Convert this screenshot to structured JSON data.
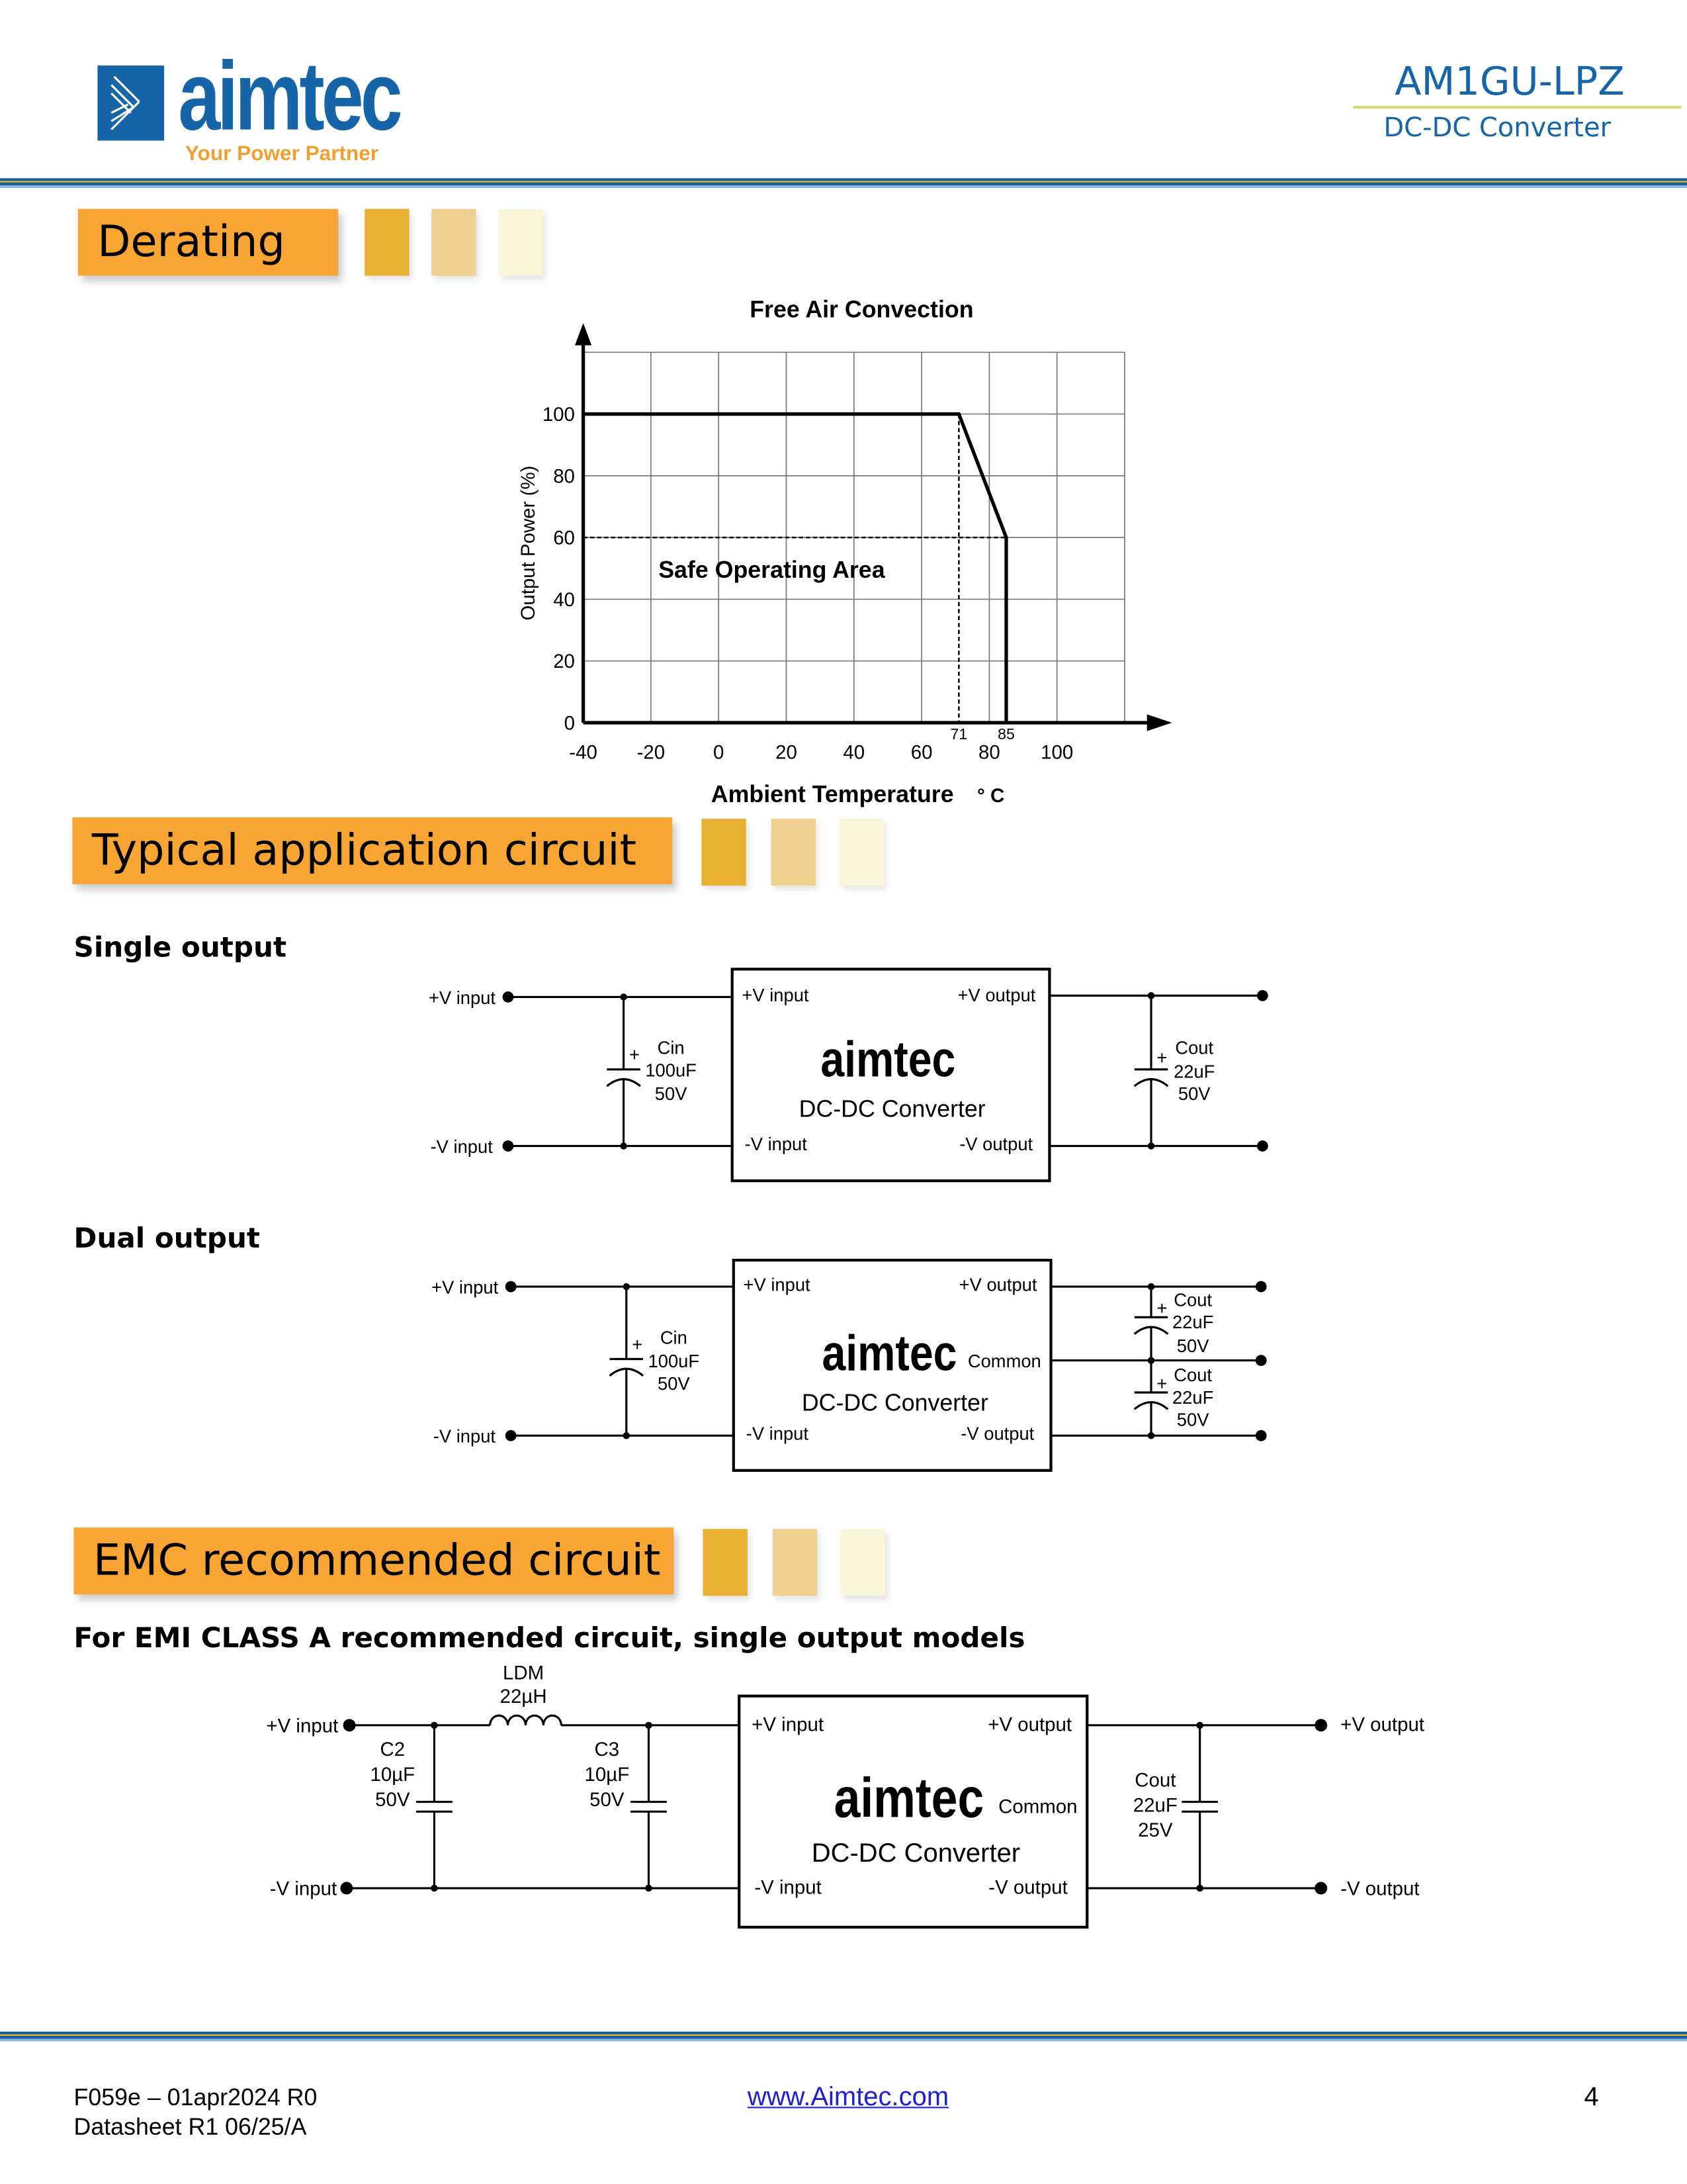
{
  "header": {
    "brand": "aimtec",
    "tagline": "Your Power Partner",
    "model": "AM1GU-LPZ",
    "subtitle": "DC-DC Converter"
  },
  "sections": {
    "derating": "Derating",
    "typical": "Typical application circuit",
    "emc": "EMC recommended circuit"
  },
  "chart_data": {
    "type": "line",
    "title": "Free Air Convection",
    "xlabel": "Ambient Temperature",
    "xunit": "° C",
    "ylabel": "Output Power (%)",
    "xlim": [
      -40,
      120
    ],
    "ylim": [
      0,
      120
    ],
    "grid": true,
    "xticks": [
      "-40",
      "-20",
      "0",
      "20",
      "40",
      "60",
      "80",
      "100"
    ],
    "xtick_values": [
      -40,
      -20,
      0,
      20,
      40,
      60,
      80,
      100
    ],
    "yticks": [
      "0",
      "20",
      "40",
      "60",
      "80",
      "100"
    ],
    "ytick_values": [
      0,
      20,
      40,
      60,
      80,
      100
    ],
    "series": [
      {
        "name": "Derating curve",
        "x": [
          -40,
          71,
          85,
          85
        ],
        "y": [
          100,
          100,
          60,
          0
        ]
      }
    ],
    "markers": [
      {
        "label": "71",
        "x": 71
      },
      {
        "label": "85",
        "x": 85
      }
    ],
    "annotation": "Safe Operating Area"
  },
  "single": {
    "heading": "Single output",
    "vin_pos": "+V input",
    "vin_neg": "-V input",
    "box_vin_pos": "+V input",
    "box_vout_pos": "+V output",
    "box_vin_neg": "-V input",
    "box_vout_neg": "-V output",
    "box_label": "DC-DC Converter",
    "brand": "aimtec",
    "cin": [
      "Cin",
      "100uF",
      "50V"
    ],
    "cout": [
      "Cout",
      "22uF",
      "50V"
    ],
    "plus": "+"
  },
  "dual": {
    "heading": "Dual output",
    "vin_pos": "+V input",
    "vin_neg": "-V input",
    "box_vin_pos": "+V input",
    "box_vout_pos": "+V output",
    "box_common": "Common",
    "box_vin_neg": "-V input",
    "box_vout_neg": "-V output",
    "box_label": "DC-DC Converter",
    "brand": "aimtec",
    "cin": [
      "Cin",
      "100uF",
      "50V"
    ],
    "cout1": [
      "Cout",
      "22uF",
      "50V"
    ],
    "cout2": [
      "Cout",
      "22uF",
      "50V"
    ],
    "plus": "+"
  },
  "emc": {
    "heading": "For EMI CLASS A recommended circuit, single output models",
    "vin_pos": "+V input",
    "vin_neg": "-V input",
    "vout_pos": "+V output",
    "vout_neg": "-V output",
    "box_vin_pos": "+V input",
    "box_vout_pos": "+V output",
    "box_common": "Common",
    "box_vin_neg": "-V input",
    "box_vout_neg": "-V output",
    "box_label": "DC-DC Converter",
    "brand": "aimtec",
    "ldm": [
      "LDM",
      "22µH"
    ],
    "c2": [
      "C2",
      "10µF",
      "50V"
    ],
    "c3": [
      "C3",
      "10µF",
      "50V"
    ],
    "cout": [
      "Cout",
      "22uF",
      "25V"
    ]
  },
  "footer": {
    "form": "F059e – 01apr2024 R0",
    "datasheet": "Datasheet R1 06/25/A",
    "link": "www.Aimtec.com",
    "page": "4"
  }
}
